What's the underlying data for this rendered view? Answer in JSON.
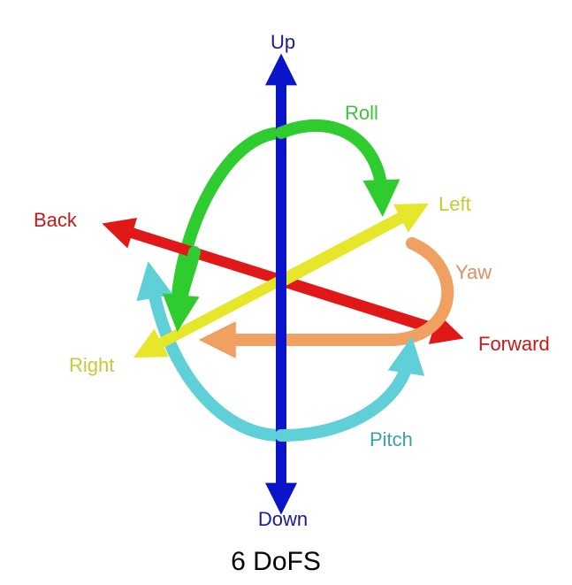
{
  "diagram": {
    "labels": {
      "up": "Up",
      "down": "Down",
      "back": "Back",
      "forward": "Forward",
      "left": "Left",
      "right": "Right",
      "roll": "Roll",
      "yaw": "Yaw",
      "pitch": "Pitch"
    },
    "caption": "6 DoFS",
    "colors": {
      "vertical_axis": "#0a14c8",
      "back_forward_axis": "#e01818",
      "left_right_axis": "#e6e62a",
      "roll": "#2ecc2e",
      "yaw": "#f0a060",
      "pitch": "#5fd0d8",
      "up_down_text": "#1a1a9a",
      "back_forward_text": "#c41a1a",
      "left_right_text": "#c8c838",
      "roll_text": "#3cc43c",
      "yaw_text": "#e09060",
      "pitch_text": "#3aa0a8",
      "caption_text": "#000000"
    }
  }
}
